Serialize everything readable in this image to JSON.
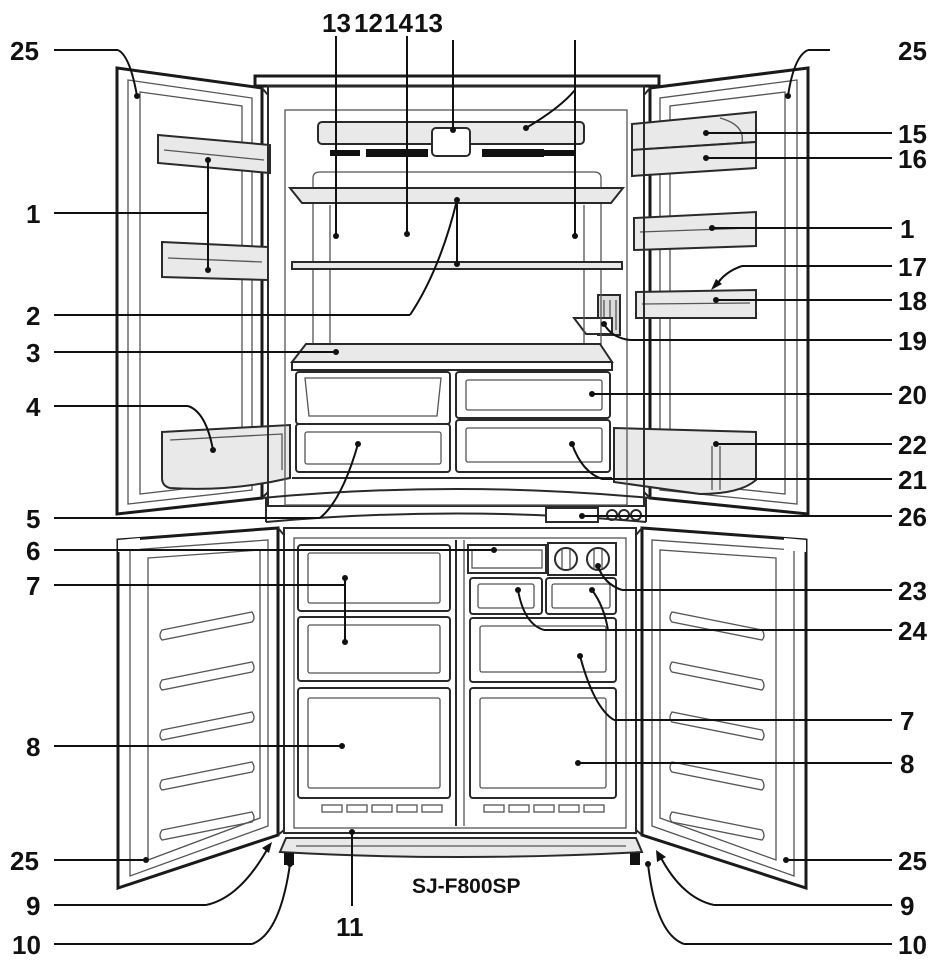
{
  "model": "SJ-F800SP",
  "callouts": [
    {
      "id": "c13a",
      "text": "13"
    },
    {
      "id": "c12",
      "text": "12"
    },
    {
      "id": "c14",
      "text": "14"
    },
    {
      "id": "c13b",
      "text": "13"
    },
    {
      "id": "c25tl",
      "text": "25"
    },
    {
      "id": "c25tr",
      "text": "25"
    },
    {
      "id": "c15",
      "text": "15"
    },
    {
      "id": "c16",
      "text": "16"
    },
    {
      "id": "c1l",
      "text": "1"
    },
    {
      "id": "c1r",
      "text": "1"
    },
    {
      "id": "c17",
      "text": "17"
    },
    {
      "id": "c2",
      "text": "2"
    },
    {
      "id": "c18",
      "text": "18"
    },
    {
      "id": "c3",
      "text": "3"
    },
    {
      "id": "c19",
      "text": "19"
    },
    {
      "id": "c4",
      "text": "4"
    },
    {
      "id": "c20",
      "text": "20"
    },
    {
      "id": "c22",
      "text": "22"
    },
    {
      "id": "c21",
      "text": "21"
    },
    {
      "id": "c5",
      "text": "5"
    },
    {
      "id": "c26",
      "text": "26"
    },
    {
      "id": "c6",
      "text": "6"
    },
    {
      "id": "c7l",
      "text": "7"
    },
    {
      "id": "c23",
      "text": "23"
    },
    {
      "id": "c24",
      "text": "24"
    },
    {
      "id": "c7r",
      "text": "7"
    },
    {
      "id": "c8l",
      "text": "8"
    },
    {
      "id": "c8r",
      "text": "8"
    },
    {
      "id": "c25bl",
      "text": "25"
    },
    {
      "id": "c25br",
      "text": "25"
    },
    {
      "id": "c9l",
      "text": "9"
    },
    {
      "id": "c9r",
      "text": "9"
    },
    {
      "id": "c11",
      "text": "11"
    },
    {
      "id": "c10l",
      "text": "10"
    },
    {
      "id": "c10r",
      "text": "10"
    }
  ]
}
